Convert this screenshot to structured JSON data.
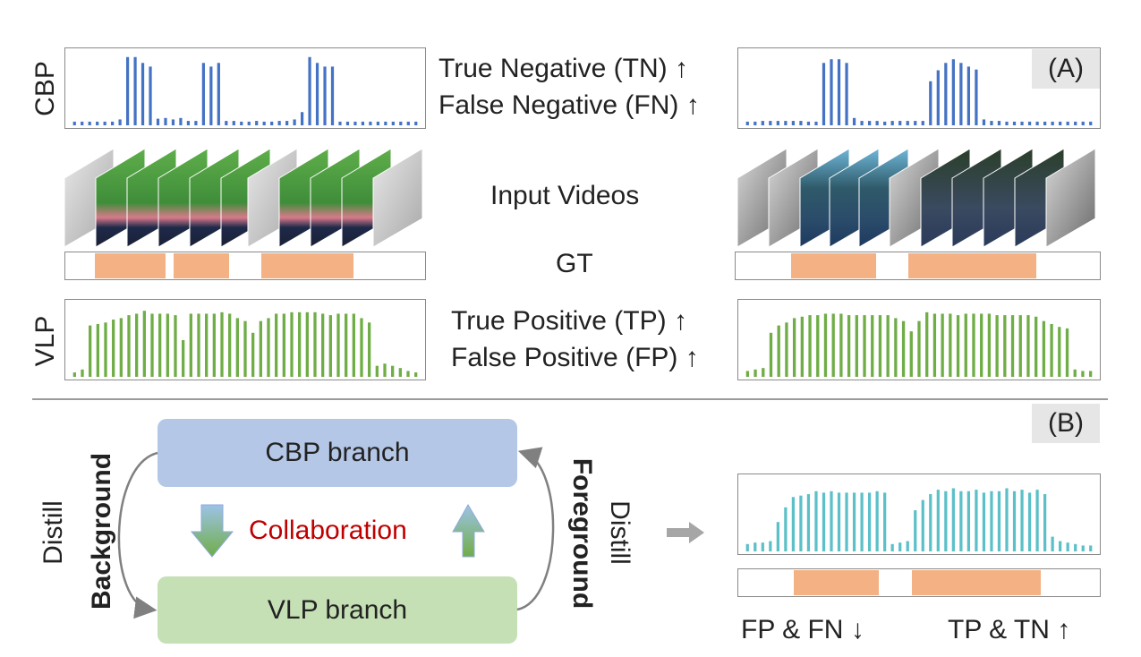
{
  "panel_a": {
    "tag": "(A)",
    "cbp_label": "CBP",
    "vlp_label": "VLP",
    "cbp_metric_1": "True Negative (TN)",
    "cbp_metric_2": "False Negative (FN)",
    "vlp_metric_1": "True Positive (TP)",
    "vlp_metric_2": "False Positive (FP)",
    "input_label": "Input Videos",
    "gt_label": "GT",
    "arrow_up": "↑"
  },
  "panel_b": {
    "tag": "(B)",
    "cbp_branch": "CBP branch",
    "vlp_branch": "VLP branch",
    "collaboration": "Collaboration",
    "distill_left": "Distill",
    "background": "Background",
    "distill_right": "Distill",
    "foreground": "Foreground",
    "result_left": "FP & FN",
    "result_right": "TP & TN",
    "arrow_down": "↓",
    "arrow_up": "↑"
  },
  "colors": {
    "cbp_bar": "#4472c4",
    "vlp_bar": "#70ad47",
    "fused_bar": "#5bc0c8",
    "gt_segment": "#f4b183",
    "cbp_branch_fill": "#b4c7e7",
    "vlp_branch_fill": "#c5e0b4",
    "collaboration_text": "#c00000"
  },
  "chart_data": [
    {
      "type": "bar",
      "name": "CBP left",
      "values": [
        0.05,
        0.05,
        0.05,
        0.05,
        0.05,
        0.05,
        0.08,
        0.93,
        0.93,
        0.85,
        0.8,
        0.09,
        0.1,
        0.08,
        0.1,
        0.06,
        0.06,
        0.85,
        0.8,
        0.85,
        0.06,
        0.06,
        0.05,
        0.05,
        0.06,
        0.05,
        0.05,
        0.06,
        0.06,
        0.08,
        0.18,
        0.93,
        0.85,
        0.8,
        0.8,
        0.05,
        0.05,
        0.05,
        0.05,
        0.05,
        0.05,
        0.05,
        0.05,
        0.05,
        0.05,
        0.05
      ]
    },
    {
      "type": "bar",
      "name": "CBP right",
      "values": [
        0.05,
        0.05,
        0.06,
        0.06,
        0.06,
        0.06,
        0.06,
        0.06,
        0.05,
        0.05,
        0.85,
        0.9,
        0.9,
        0.85,
        0.1,
        0.06,
        0.06,
        0.06,
        0.05,
        0.06,
        0.06,
        0.06,
        0.06,
        0.06,
        0.6,
        0.75,
        0.85,
        0.9,
        0.85,
        0.8,
        0.76,
        0.08,
        0.06,
        0.06,
        0.05,
        0.05,
        0.05,
        0.05,
        0.05,
        0.05,
        0.05,
        0.05,
        0.05,
        0.05,
        0.05,
        0.05
      ]
    },
    {
      "type": "bar",
      "name": "VLP left",
      "values": [
        0.06,
        0.1,
        0.7,
        0.72,
        0.74,
        0.78,
        0.8,
        0.84,
        0.86,
        0.9,
        0.86,
        0.86,
        0.86,
        0.84,
        0.5,
        0.86,
        0.86,
        0.86,
        0.86,
        0.88,
        0.86,
        0.8,
        0.76,
        0.6,
        0.76,
        0.8,
        0.86,
        0.86,
        0.88,
        0.88,
        0.88,
        0.88,
        0.86,
        0.84,
        0.86,
        0.86,
        0.86,
        0.8,
        0.74,
        0.15,
        0.18,
        0.15,
        0.12,
        0.08,
        0.06
      ]
    },
    {
      "type": "bar",
      "name": "VLP right",
      "values": [
        0.08,
        0.1,
        0.12,
        0.6,
        0.7,
        0.74,
        0.8,
        0.82,
        0.84,
        0.84,
        0.86,
        0.86,
        0.86,
        0.84,
        0.84,
        0.84,
        0.84,
        0.84,
        0.84,
        0.8,
        0.76,
        0.62,
        0.76,
        0.88,
        0.86,
        0.86,
        0.86,
        0.84,
        0.86,
        0.86,
        0.86,
        0.86,
        0.84,
        0.84,
        0.84,
        0.84,
        0.84,
        0.82,
        0.76,
        0.72,
        0.68,
        0.66,
        0.1,
        0.08,
        0.08
      ]
    },
    {
      "type": "bar",
      "name": "Fused result",
      "values": [
        0.1,
        0.12,
        0.12,
        0.14,
        0.4,
        0.6,
        0.74,
        0.76,
        0.78,
        0.82,
        0.8,
        0.82,
        0.8,
        0.8,
        0.8,
        0.8,
        0.8,
        0.82,
        0.8,
        0.1,
        0.12,
        0.14,
        0.56,
        0.7,
        0.78,
        0.84,
        0.82,
        0.86,
        0.82,
        0.82,
        0.84,
        0.8,
        0.82,
        0.82,
        0.86,
        0.82,
        0.84,
        0.8,
        0.84,
        0.78,
        0.2,
        0.14,
        0.12,
        0.1,
        0.08,
        0.08
      ]
    }
  ]
}
